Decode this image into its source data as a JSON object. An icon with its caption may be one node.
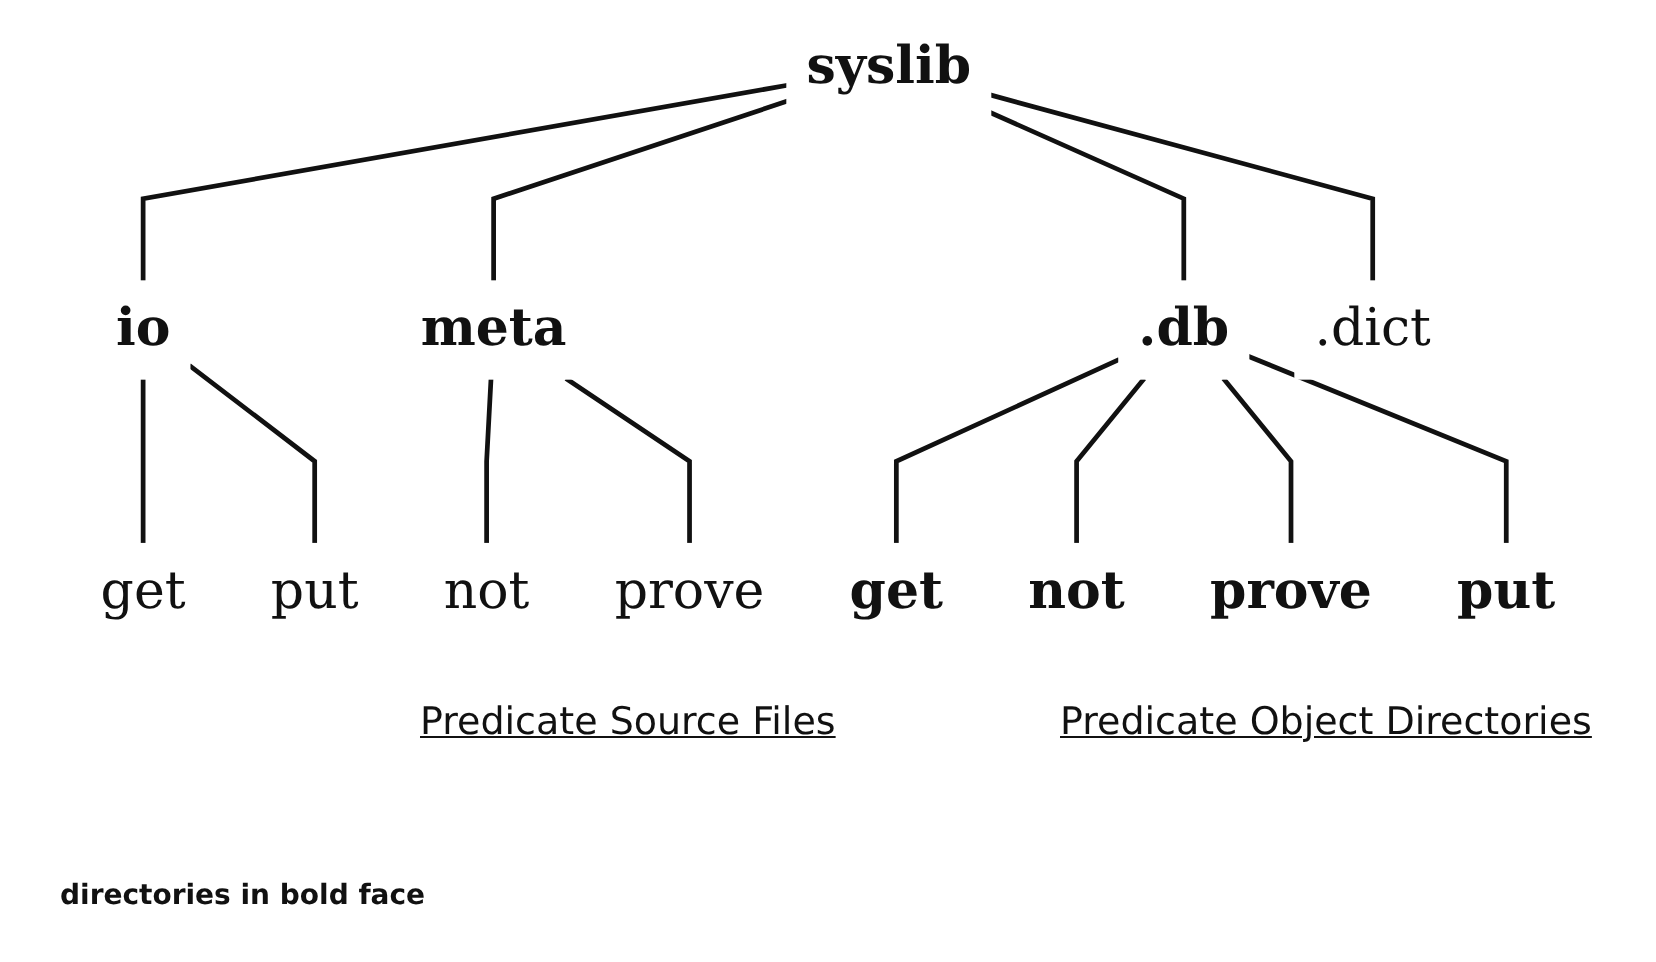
{
  "diagram": {
    "nodes": [
      {
        "text": [
          "syslib"
        ]
      },
      {
        "text": [
          "io"
        ]
      },
      {
        "text": [
          "meta"
        ]
      },
      {
        "text": [
          ".db"
        ]
      },
      {
        "text": [
          ".dict"
        ]
      },
      {
        "text": [
          "get"
        ]
      },
      {
        "text": [
          "put"
        ]
      },
      {
        "text": [
          "not"
        ]
      },
      {
        "text": [
          "prove"
        ]
      },
      {
        "text": [
          "get"
        ]
      },
      {
        "text": [
          "not"
        ]
      },
      {
        "text": [
          "prove"
        ]
      },
      {
        "text": [
          "put"
        ]
      }
    ],
    "edges": [
      {
        "from": 0,
        "to": 1,
        "arrow": "none"
      },
      {
        "from": 0,
        "to": 2,
        "arrow": "none"
      },
      {
        "from": 0,
        "to": 3,
        "arrow": "none"
      },
      {
        "from": 0,
        "to": 4,
        "arrow": "none"
      },
      {
        "from": 1,
        "to": 5,
        "arrow": "none"
      },
      {
        "from": 1,
        "to": 6,
        "arrow": "none"
      },
      {
        "from": 2,
        "to": 7,
        "arrow": "none"
      },
      {
        "from": 2,
        "to": 8,
        "arrow": "none"
      },
      {
        "from": 3,
        "to": 9,
        "arrow": "none"
      },
      {
        "from": 3,
        "to": 10,
        "arrow": "none"
      },
      {
        "from": 3,
        "to": 11,
        "arrow": "none"
      },
      {
        "from": 3,
        "to": 12,
        "arrow": "none"
      }
    ],
    "labels": [
      "Predicate Source Files",
      "Predicate Object Directories",
      "directories in bold face"
    ]
  }
}
